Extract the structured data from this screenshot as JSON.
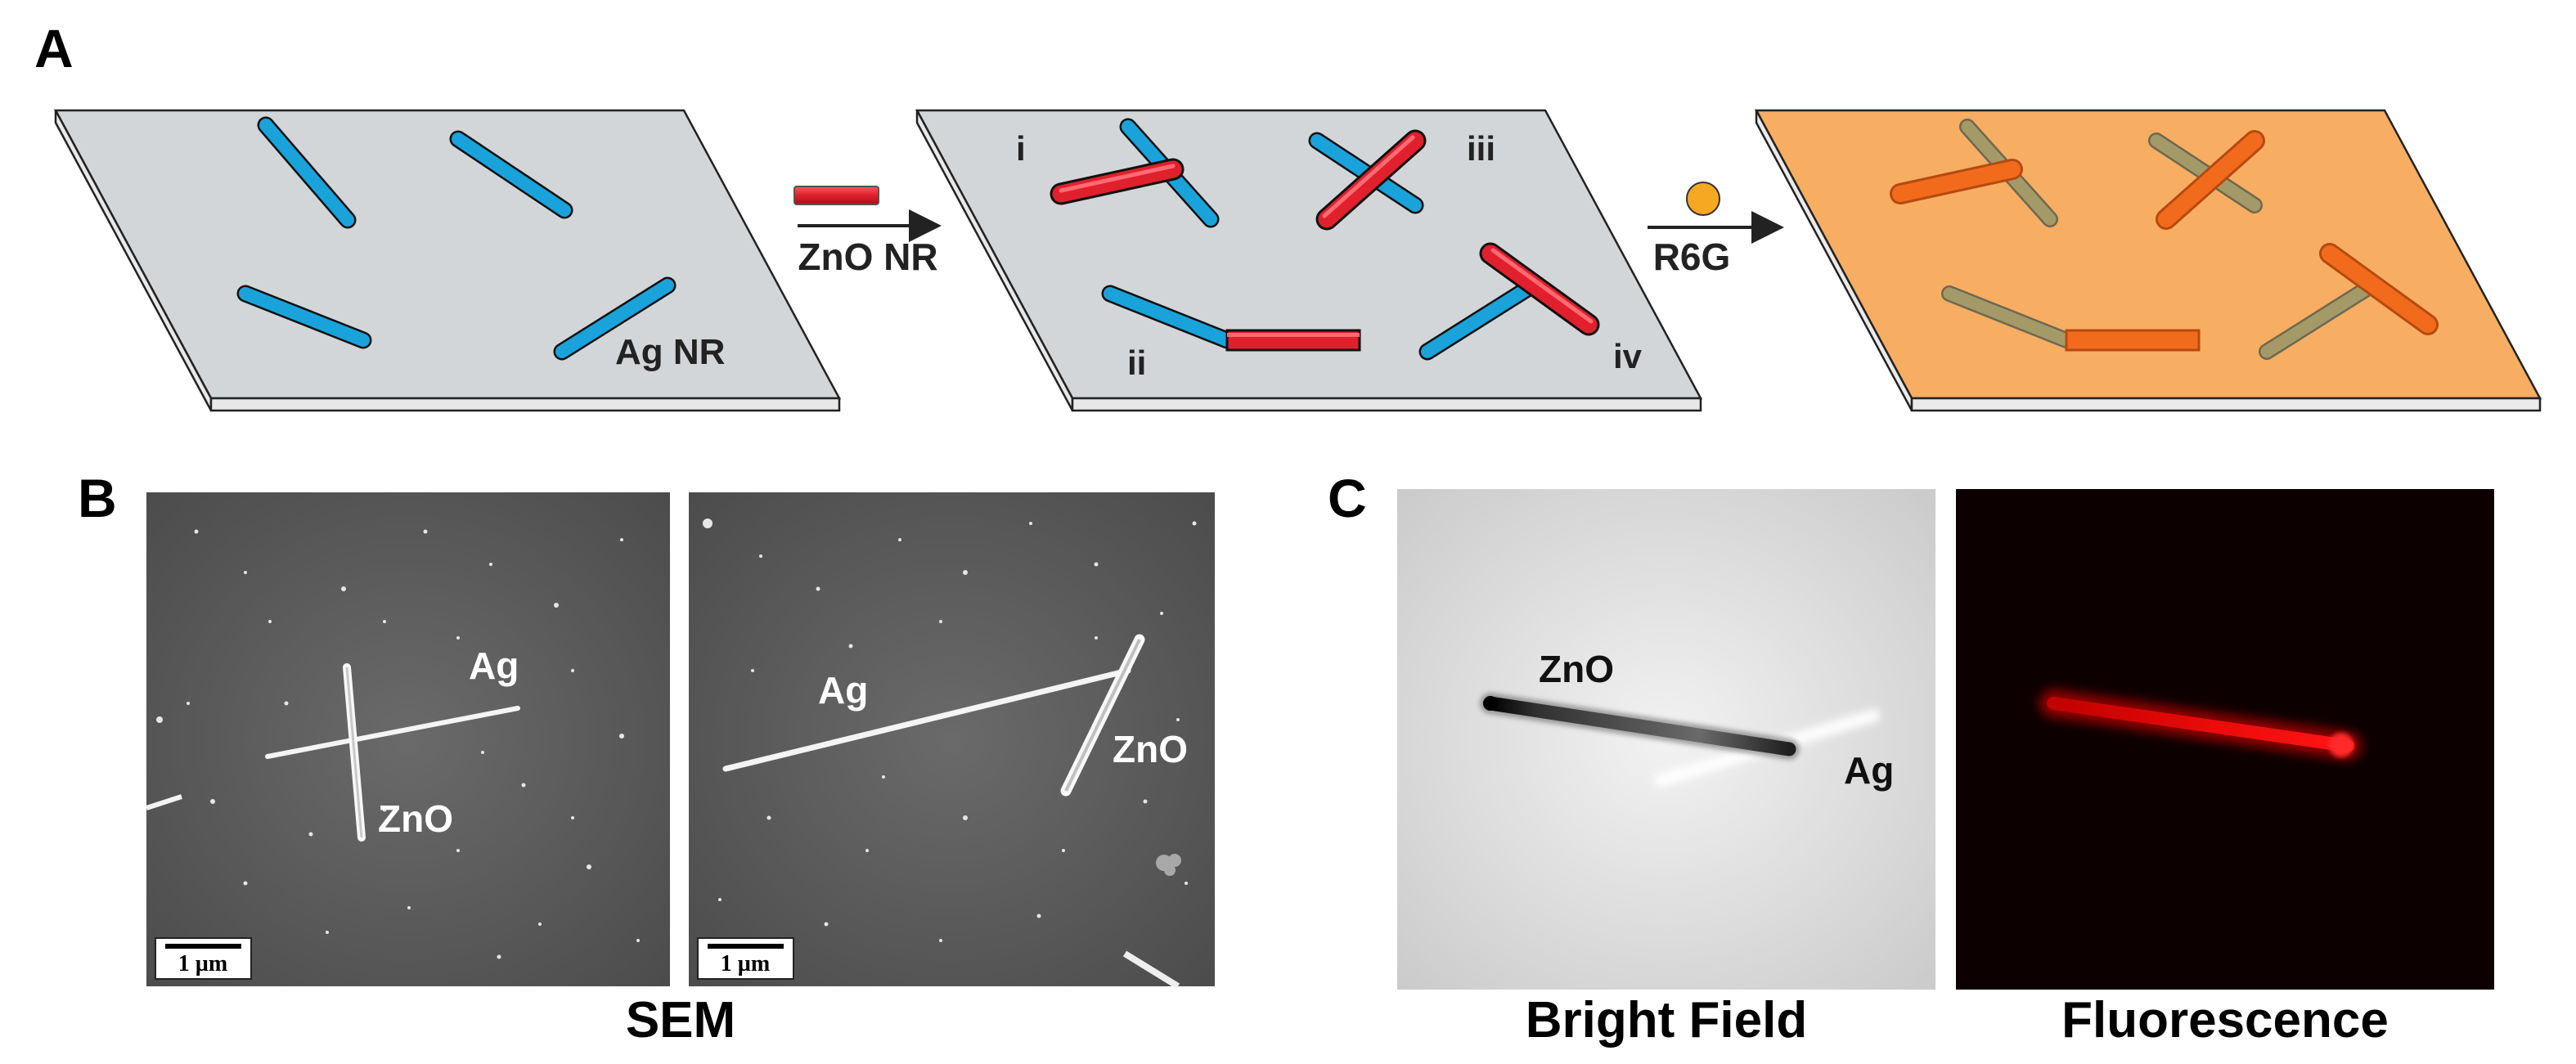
{
  "panels": {
    "a": {
      "letter": "A"
    },
    "b": {
      "letter": "B"
    },
    "c": {
      "letter": "C"
    }
  },
  "panel_a": {
    "ag_label": "Ag NR",
    "step1_label": "ZnO NR",
    "step2_label": "R6G",
    "configs": [
      "i",
      "ii",
      "iii",
      "iv"
    ]
  },
  "panel_b": {
    "left": {
      "ag": "Ag",
      "zno": "ZnO",
      "scale": "1 µm"
    },
    "right": {
      "ag": "Ag",
      "zno": "ZnO",
      "scale": "1 µm"
    },
    "caption": "SEM"
  },
  "panel_c": {
    "bf_zno": "ZnO",
    "bf_ag": "Ag",
    "bf_caption": "Bright Field",
    "fl_caption": "Fluorescence"
  },
  "colors": {
    "substrate": "#d3d6d8",
    "substrate_dyed": "#f7ad62",
    "ag_rod": "#1aa3db",
    "zno_rod": "#e0202c",
    "zno_dyed": "#f26b1d",
    "ag_dyed": "#a49a67",
    "dye": "#f7a823"
  }
}
